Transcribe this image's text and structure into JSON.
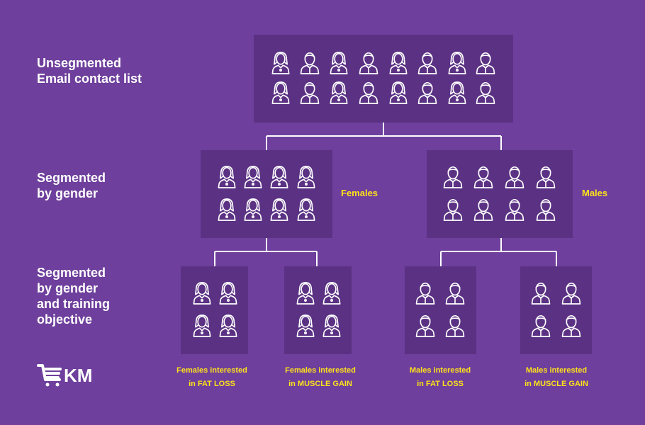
{
  "colors": {
    "background": "#6e3f9c",
    "box": "#5b3184",
    "connector": "#ffffff",
    "icon": "#ffffff",
    "accent": "#ffe21a"
  },
  "row_labels": {
    "unsegmented": "Unsegmented\nEmail contact list",
    "by_gender": "Segmented\nby gender",
    "by_gender_objective": "Segmented\nby gender\nand training\nobjective"
  },
  "groups": {
    "females": "Females",
    "males": "Males"
  },
  "leaves": {
    "females_fat_loss": "Females interested\nin FAT LOSS",
    "females_muscle_gain": "Females interested\nin MUSCLE GAIN",
    "males_fat_loss": "Males interested\nin FAT LOSS",
    "males_muscle_gain": "Males interested\nin MUSCLE GAIN"
  },
  "logo": {
    "text": "KM",
    "icon": "shopping-cart-icon"
  },
  "icons": {
    "female": "female-person-icon",
    "male": "male-person-icon"
  }
}
